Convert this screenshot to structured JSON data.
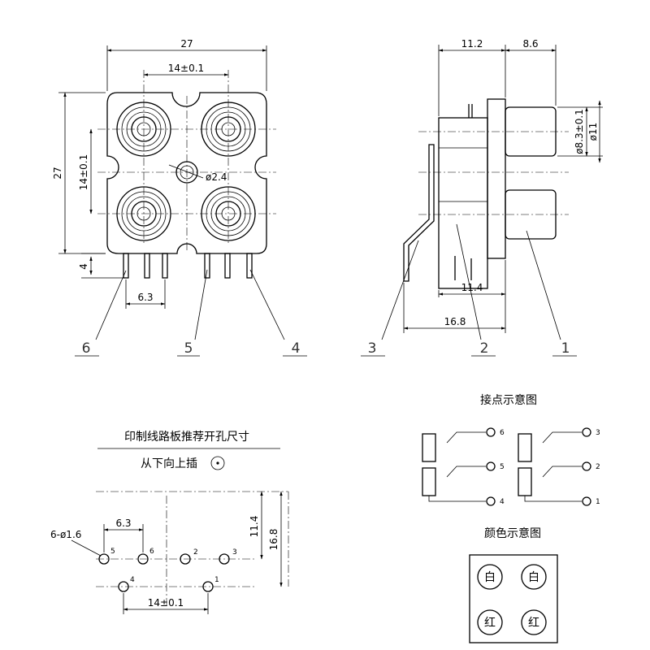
{
  "front_view": {
    "dims": {
      "width": "27",
      "pitch_h": "14±0.1",
      "height": "27",
      "pitch_v": "14±0.1",
      "hole": "ø2.4",
      "pin_len": "4",
      "pin_pitch": "6.3"
    },
    "callouts": [
      "6",
      "5",
      "4"
    ]
  },
  "side_view": {
    "dims": {
      "top_a": "11.2",
      "top_b": "8.6",
      "inner_dia": "ø8.3±0.1",
      "outer_dia": "ø11",
      "body": "11.4",
      "total": "16.8"
    },
    "callouts": [
      "3",
      "2",
      "1"
    ]
  },
  "pcb": {
    "title": "印制线路板推荐开孔尺寸",
    "subtitle": "从下向上插",
    "holes_label": "6-ø1.6",
    "dims": {
      "pitch_top": "6.3",
      "h1": "11.4",
      "h2": "16.8",
      "pitch_bottom": "14±0.1"
    },
    "pin_labels": [
      "5",
      "6",
      "2",
      "3",
      "4",
      "1"
    ]
  },
  "contact_diagram": {
    "title": "接点示意图",
    "labels": [
      "6",
      "5",
      "4",
      "3",
      "2",
      "1"
    ]
  },
  "color_diagram": {
    "title": "颜色示意图",
    "colors": [
      "白",
      "白",
      "红",
      "红"
    ]
  }
}
